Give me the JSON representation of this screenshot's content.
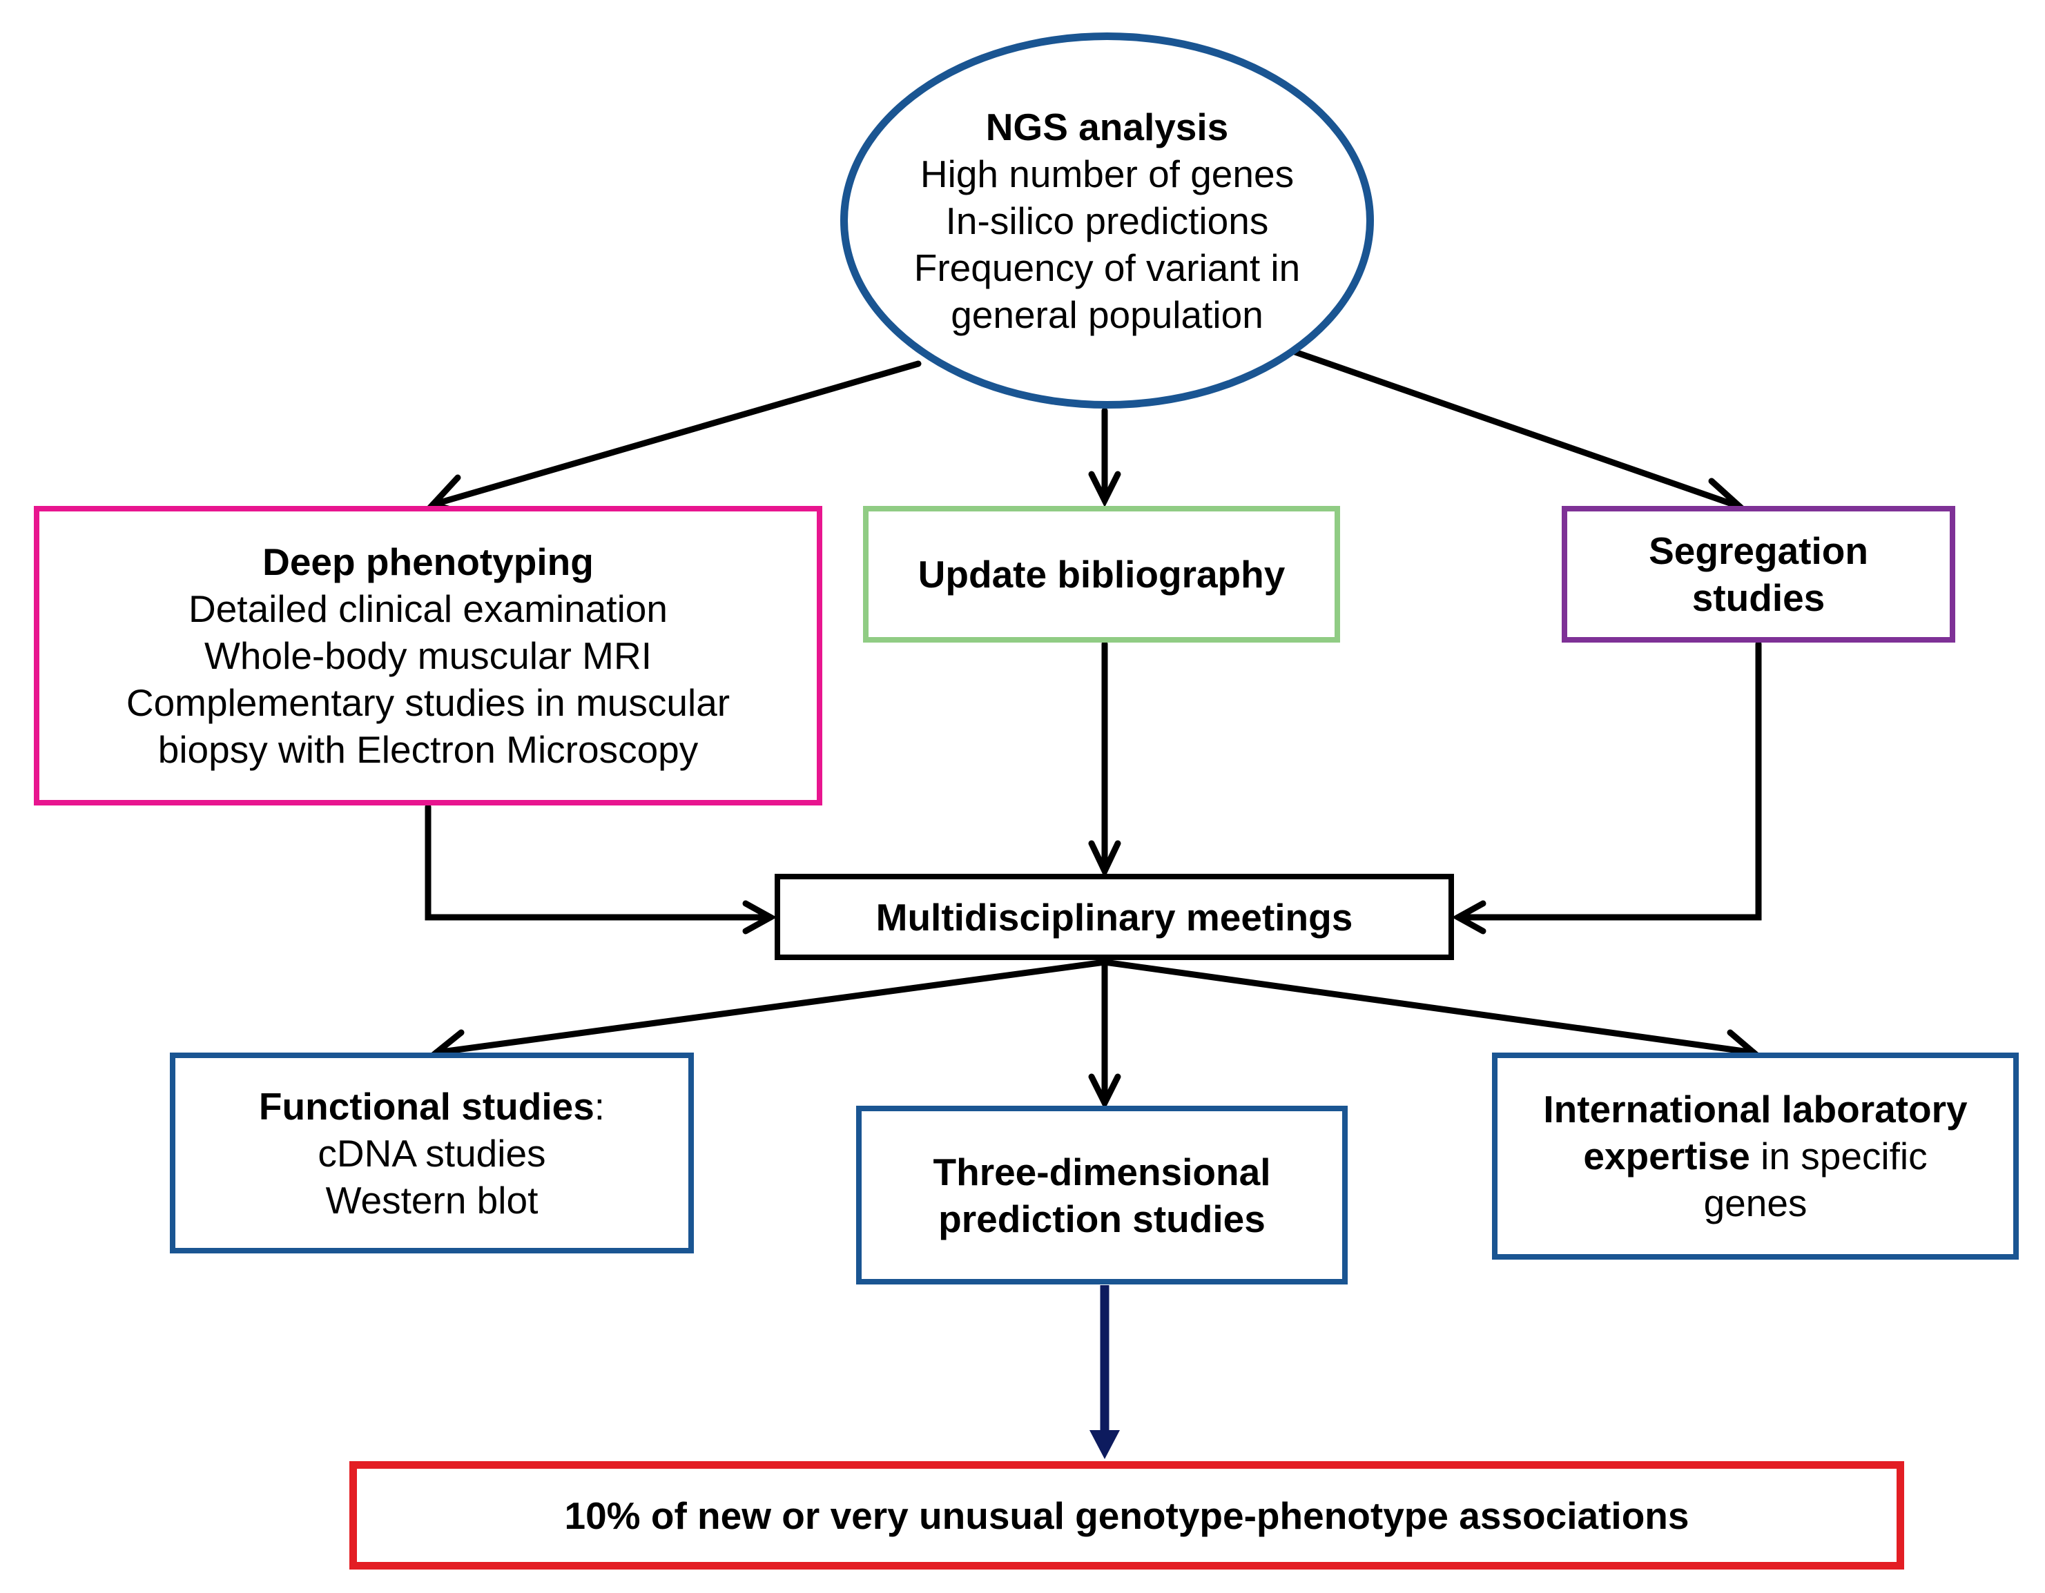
{
  "nodes": {
    "ngs": {
      "title": "NGS analysis",
      "lines": [
        "High number of genes",
        "In-silico predictions",
        "Frequency of variant in",
        "general population"
      ],
      "border_color": "#1a5592"
    },
    "deep_phenotyping": {
      "title": "Deep phenotyping",
      "lines": [
        "Detailed clinical examination",
        "Whole-body muscular MRI",
        "Complementary studies in muscular",
        "biopsy with Electron Microscopy"
      ],
      "border_color": "#e8158f"
    },
    "update_bibliography": {
      "title": "Update bibliography",
      "border_color": "#90cc84"
    },
    "segregation": {
      "title_lines": [
        "Segregation",
        "studies"
      ],
      "border_color": "#7e3196"
    },
    "multidisciplinary": {
      "title": "Multidisciplinary meetings",
      "border_color": "#000000"
    },
    "functional": {
      "title_bold": "Functional studies",
      "title_suffix": ":",
      "lines": [
        "cDNA studies",
        "Western blot"
      ],
      "border_color": "#1a5592"
    },
    "three_dimensional": {
      "title_lines": [
        "Three-dimensional",
        "prediction studies"
      ],
      "border_color": "#1a5592"
    },
    "international": {
      "line1": "International laboratory",
      "line2_bold": "expertise",
      "line2_rest": " in specific",
      "line3": "genes",
      "border_color": "#1a5592"
    },
    "result": {
      "title": "10% of new or very unusual genotype-phenotype associations",
      "border_color": "#e31e24"
    }
  },
  "colors": {
    "arrow": "#000000",
    "final_arrow": "#0d1b5e"
  }
}
